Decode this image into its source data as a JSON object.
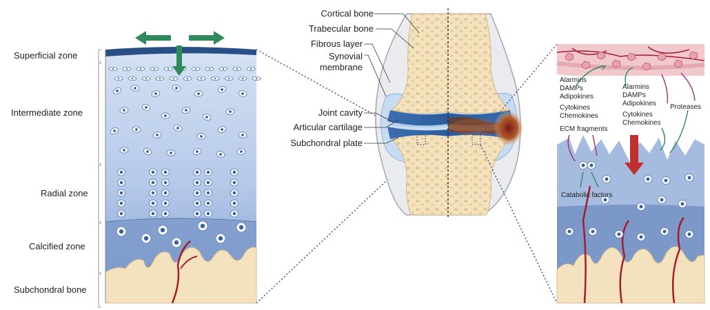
{
  "left_panel": {
    "zones": [
      {
        "id": "superficial",
        "label": "Superficial zone"
      },
      {
        "id": "intermediate",
        "label": "Intermediate zone"
      },
      {
        "id": "radial",
        "label": "Radial zone"
      },
      {
        "id": "calcified",
        "label": "Calcified zone"
      },
      {
        "id": "subchondral",
        "label": "Subchondral bone"
      }
    ]
  },
  "center_panel": {
    "labels": [
      {
        "id": "cortical",
        "lines": [
          "Cortical bone"
        ]
      },
      {
        "id": "trabecular",
        "lines": [
          "Trabecular bone"
        ]
      },
      {
        "id": "fibrous",
        "lines": [
          "Fibrous layer"
        ]
      },
      {
        "id": "synovial",
        "lines": [
          "Synovial",
          "membrane"
        ]
      },
      {
        "id": "cavity",
        "lines": [
          "Joint cavity"
        ]
      },
      {
        "id": "cartilage",
        "lines": [
          "Articular cartilage"
        ]
      },
      {
        "id": "plate",
        "lines": [
          "Subchondral plate"
        ]
      }
    ]
  },
  "right_panel": {
    "labels": [
      {
        "id": "synovium-factors",
        "lines": [
          "Alarmins",
          "DAMPs",
          "Adipokines",
          "Cytokines",
          "Chemokines"
        ]
      },
      {
        "id": "cartilage-factors",
        "lines": [
          "Alarmins",
          "DAMPs",
          "Adipokines",
          "Cytokines",
          "Chemokines"
        ]
      },
      {
        "id": "proteases",
        "lines": [
          "Proteases"
        ]
      },
      {
        "id": "ecm",
        "lines": [
          "ECM fragments"
        ]
      },
      {
        "id": "catabolic",
        "lines": [
          "Catabolic factors"
        ]
      }
    ]
  },
  "colors": {
    "cartilage_top": "#2a4e86",
    "cartilage_light": "#dfe8f6",
    "cartilage_mid": "#a9bee0",
    "cartilage_deep": "#7191c4",
    "bone": "#f3e2bd",
    "bone_edge": "#d5be8c",
    "synovium": "#f2c8cf",
    "vessel": "#a21c2c",
    "arrow_green": "#2e8a5b",
    "arrow_purple": "#9a2e7a",
    "inflammation": "#b0522a"
  }
}
